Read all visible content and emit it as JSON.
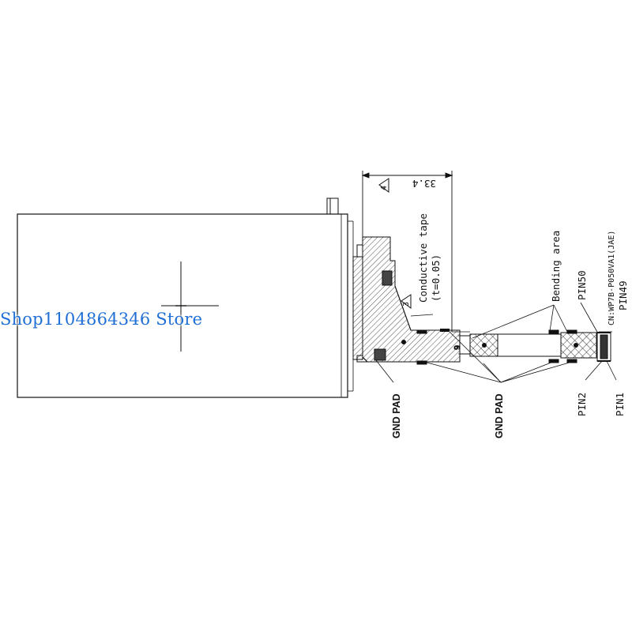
{
  "labels": {
    "dimension": "33.4",
    "note_4": "4",
    "note_3": "3",
    "conductive_tape": "Conductive tape",
    "thickness": "(t=0.05)",
    "bending_area": "Bending area",
    "pin50": "PIN50",
    "pin49": "PIN49",
    "connector": "CN:WP7B-P050VA1(JAE)",
    "pin2": "PIN2",
    "pin1": "PIN1",
    "gnd_pad_left": "GND PAD",
    "gnd_pad_right": "GND PAD",
    "dim_9": "9"
  },
  "watermark": "Shop1104864346 Store"
}
